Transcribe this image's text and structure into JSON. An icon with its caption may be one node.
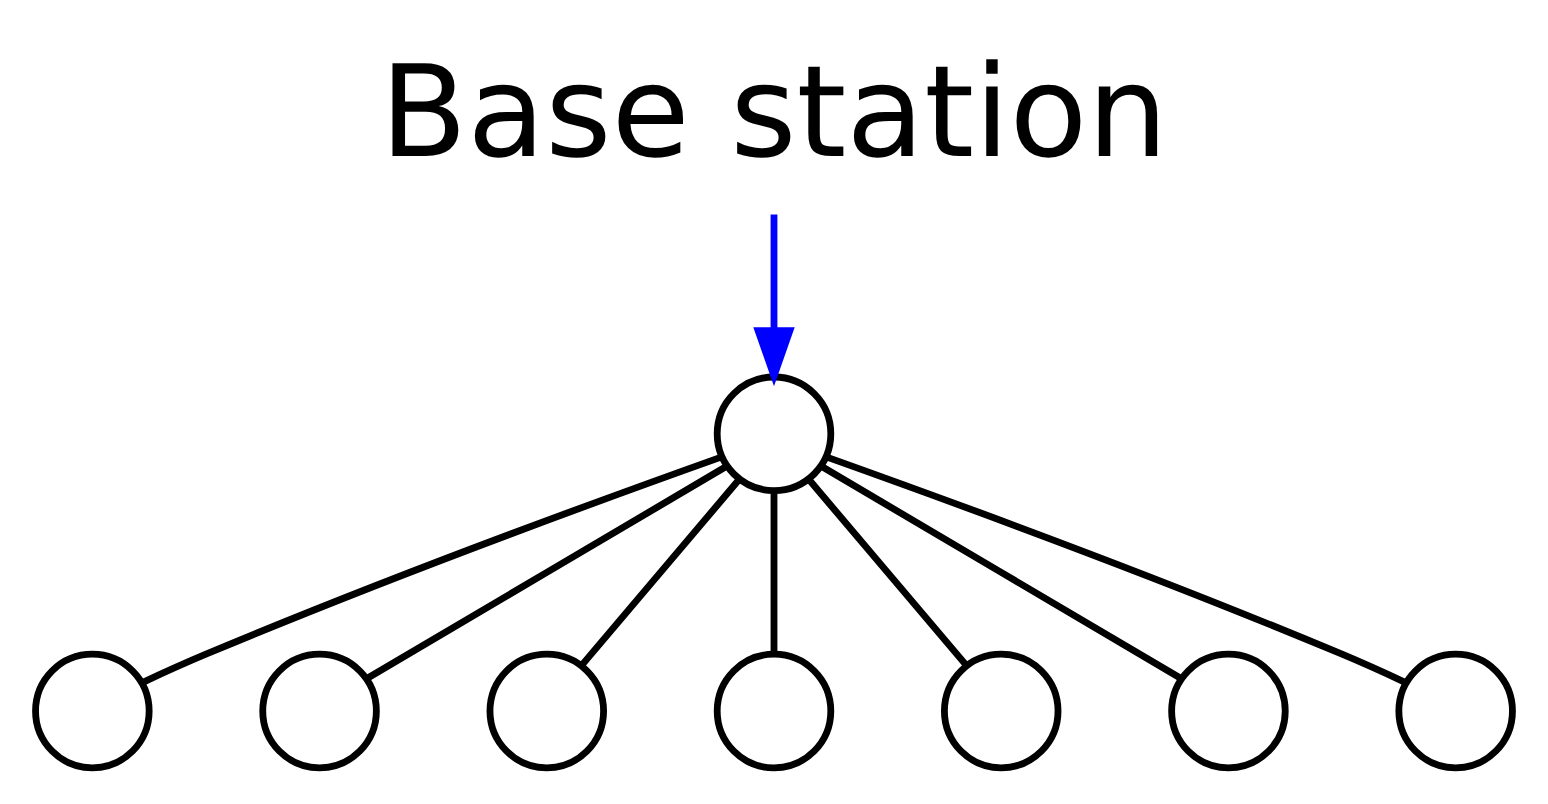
{
  "diagram": {
    "nodes": [
      {
        "text": [
          "Base station"
        ]
      },
      {
        "text": [],
        "shape": "circle"
      },
      {
        "text": [],
        "shape": "circle"
      },
      {
        "text": [],
        "shape": "circle"
      },
      {
        "text": [],
        "shape": "circle"
      },
      {
        "text": [],
        "shape": "circle"
      },
      {
        "text": [],
        "shape": "circle"
      },
      {
        "text": [],
        "shape": "circle"
      },
      {
        "text": [],
        "shape": "circle"
      }
    ],
    "edges": [
      {
        "from": 0,
        "to": 1,
        "arrow": "to",
        "color": "#0000ff"
      },
      {
        "from": 1,
        "to": 2,
        "arrow": "none"
      },
      {
        "from": 1,
        "to": 3,
        "arrow": "none"
      },
      {
        "from": 1,
        "to": 4,
        "arrow": "none"
      },
      {
        "from": 1,
        "to": 5,
        "arrow": "none"
      },
      {
        "from": 1,
        "to": 6,
        "arrow": "none"
      },
      {
        "from": 1,
        "to": 7,
        "arrow": "none"
      },
      {
        "from": 1,
        "to": 8,
        "arrow": "none"
      }
    ]
  }
}
